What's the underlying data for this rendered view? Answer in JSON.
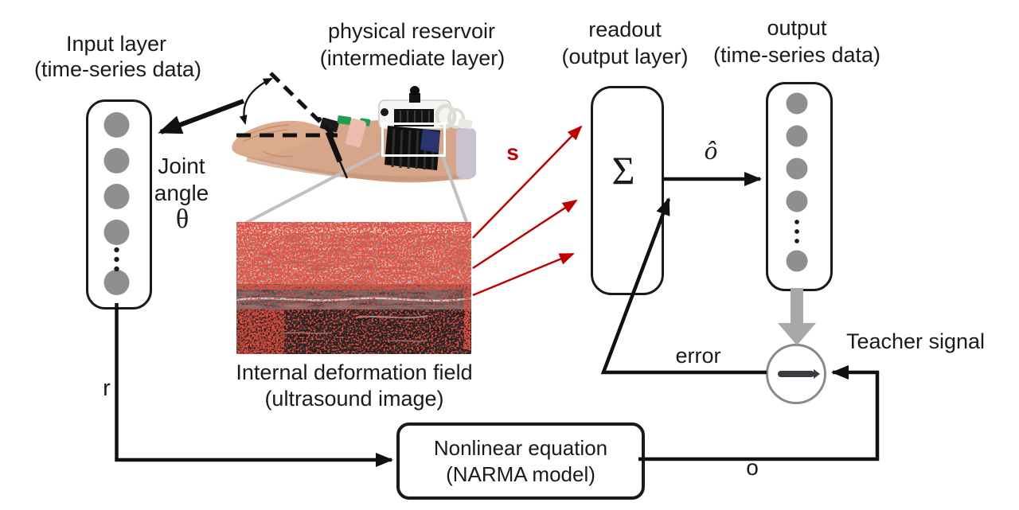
{
  "headers": {
    "input": {
      "line1": "Input layer",
      "line2": "(time-series data)"
    },
    "reservoir": {
      "line1": "physical reservoir",
      "line2": "(intermediate layer)"
    },
    "readout": {
      "line1": "readout",
      "line2": "(output layer)"
    },
    "output": {
      "line1": "output",
      "line2": "(time-series data)"
    }
  },
  "annotations": {
    "joint_line1": "Joint",
    "joint_line2": "angle",
    "theta": "θ",
    "sigma": "Σ",
    "s": "s",
    "r": "r",
    "o": "o",
    "o_hat": "ô",
    "error": "error",
    "teacher_signal": "Teacher signal"
  },
  "captions": {
    "ultrasound": {
      "line1": "Internal deformation field",
      "line2": "(ultrasound image)"
    },
    "narma": {
      "line1": "Nonlinear equation",
      "line2": "(NARMA model)"
    }
  },
  "nodes": {
    "input_visible": 5,
    "output_visible": 5
  },
  "colors": {
    "signal_red": "#c00000",
    "node_gray": "#8f8f8f",
    "line_black": "#111111",
    "teacher_arrow_gray": "#a8a8a8"
  }
}
